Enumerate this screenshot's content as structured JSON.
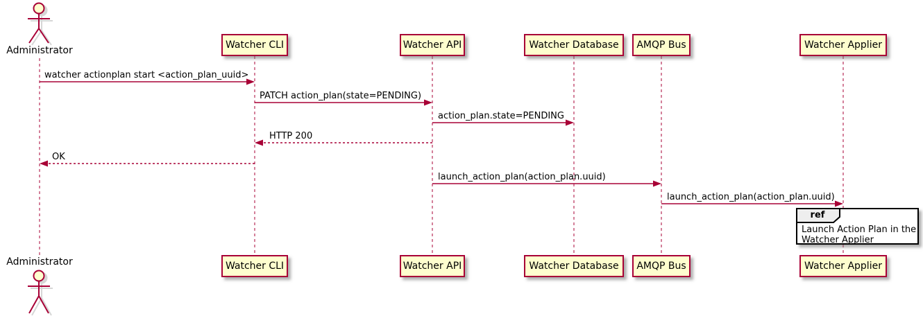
{
  "diagram_title": "",
  "colors": {
    "participant_fill": "#FEFECE",
    "participant_border": "#A80036",
    "arrow_line": "#A80036",
    "text": "#000000",
    "ref_border": "#000000",
    "ref_tab_fill": "#EEEEEE",
    "background": "#FFFFFF"
  },
  "actor": {
    "label": "Administrator"
  },
  "participants": [
    {
      "label": "Watcher CLI"
    },
    {
      "label": "Watcher API"
    },
    {
      "label": "Watcher Database"
    },
    {
      "label": "AMQP Bus"
    },
    {
      "label": "Watcher Applier"
    }
  ],
  "messages": [
    {
      "from": "Administrator",
      "to": "Watcher CLI",
      "style": "solid",
      "text": "watcher actionplan start <action_plan_uuid>"
    },
    {
      "from": "Watcher CLI",
      "to": "Watcher API",
      "style": "solid",
      "text": "PATCH action_plan(state=PENDING)"
    },
    {
      "from": "Watcher API",
      "to": "Watcher Database",
      "style": "solid",
      "text": "action_plan.state=PENDING"
    },
    {
      "from": "Watcher API",
      "to": "Watcher CLI",
      "style": "dashed",
      "text": "HTTP 200"
    },
    {
      "from": "Watcher CLI",
      "to": "Administrator",
      "style": "dashed",
      "text": "OK"
    },
    {
      "from": "Watcher API",
      "to": "AMQP Bus",
      "style": "solid",
      "text": "launch_action_plan(action_plan.uuid)"
    },
    {
      "from": "AMQP Bus",
      "to": "Watcher Applier",
      "style": "solid",
      "text": "launch_action_plan(action_plan.uuid)"
    }
  ],
  "ref": {
    "keyword": "ref",
    "lines": [
      "Launch Action Plan in the",
      "Watcher Applier"
    ]
  }
}
